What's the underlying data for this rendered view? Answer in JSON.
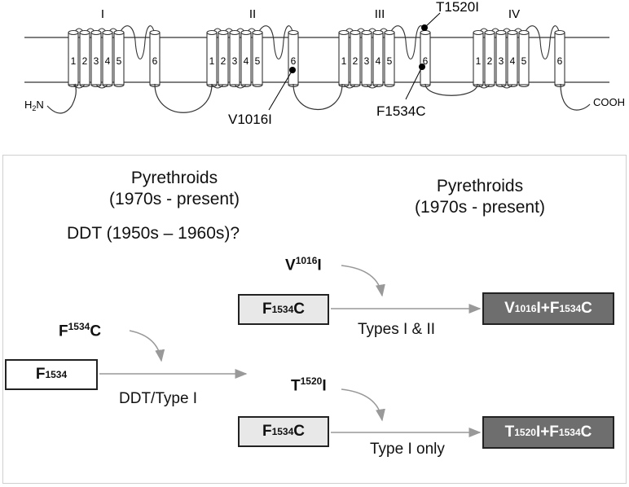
{
  "channel": {
    "domains": [
      "I",
      "II",
      "III",
      "IV"
    ],
    "segments": [
      "1",
      "2",
      "3",
      "4",
      "5",
      "6"
    ],
    "n_terminus": "H2N",
    "c_terminus": "COOH",
    "mutation_sites": [
      {
        "label": "V1016I",
        "domain": "II",
        "segment": "6"
      },
      {
        "label": "T1520I",
        "domain": "III",
        "segment": "6"
      },
      {
        "label": "F1534C",
        "domain": "III",
        "segment": "6"
      }
    ]
  },
  "panel": {
    "left_header": [
      "Pyrethroids",
      "(1970s - present)"
    ],
    "ddt_header": "DDT (1950s – 1960s)?",
    "right_header": [
      "Pyrethroids",
      "(1970s - present)"
    ],
    "mut_v1016i": {
      "aa": "V",
      "pos": "1016",
      "aa2": "I"
    },
    "mut_f1534c": {
      "aa": "F",
      "pos": "1534",
      "aa2": "C"
    },
    "mut_t1520i": {
      "aa": "T",
      "pos": "1520",
      "aa2": "I"
    },
    "box_wild": {
      "aa": "F",
      "pos": "1534"
    },
    "box_f1534c_upper": {
      "aa": "F",
      "pos": "1534",
      "aa2": "C"
    },
    "box_f1534c_lower": {
      "aa": "F",
      "pos": "1534",
      "aa2": "C"
    },
    "box_double_v": {
      "a1": "V",
      "p1": "1016",
      "a2": "I+F",
      "p2": "1534",
      "a3": "C"
    },
    "box_double_t": {
      "a1": "T",
      "p1": "1520",
      "a2": "I+F",
      "p2": "1534",
      "a3": "C"
    },
    "label_ddt_type1": "DDT/Type  I",
    "label_types": "Types  I & II",
    "label_type1_only": "Type I only"
  },
  "colors": {
    "mutant_box": "#e8e8e8",
    "double_mutant_box": "#6e6e6e",
    "arrow": "#999999"
  }
}
